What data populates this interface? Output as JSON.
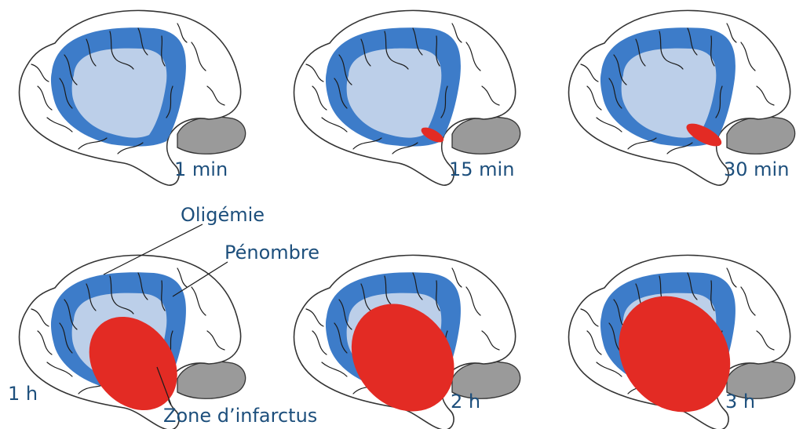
{
  "panels": [
    {
      "time_label": "1 min",
      "infarct_size": 0
    },
    {
      "time_label": "15 min",
      "infarct_size": 0.12
    },
    {
      "time_label": "30 min",
      "infarct_size": 0.22
    },
    {
      "time_label": "1 h",
      "infarct_size": 0.55
    },
    {
      "time_label": "2 h",
      "infarct_size": 0.8
    },
    {
      "time_label": "3 h",
      "infarct_size": 0.95
    }
  ],
  "labels": {
    "oligemia": "Oligémie",
    "penumbra": "Pénombre",
    "infarct_zone": "Zone d’infarctus"
  },
  "colors": {
    "text": "#1d4f7c",
    "oligemia": "#3d7cc9",
    "penumbra": "#bccfe9",
    "infarct": "#e32b24",
    "cerebellum": "#9a9a9a",
    "outline": "#222222"
  }
}
